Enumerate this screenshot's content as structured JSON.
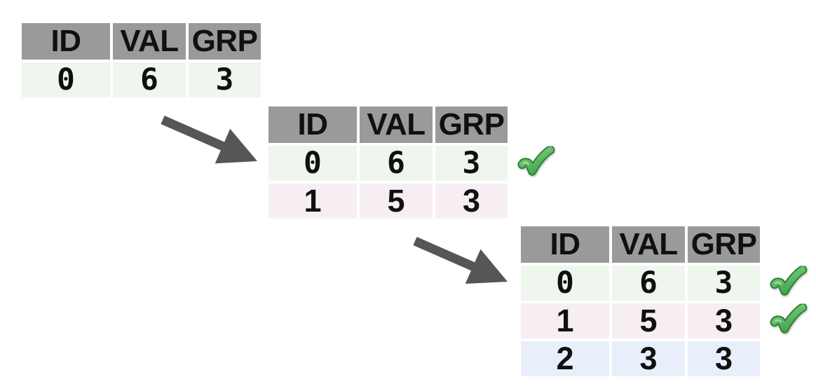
{
  "colors": {
    "header_bg": "#9a9a9a",
    "row_green": "#eef6ee",
    "row_pink": "#f7eef3",
    "row_blue": "#e8eefa",
    "arrow_gray": "#565656",
    "check_green": "#57b75e",
    "check_outline": "#2d7f35",
    "text": "#101010"
  },
  "icons": {
    "arrow": "arrow-icon",
    "check": "checkmark-icon"
  },
  "tables": [
    {
      "step": 1,
      "headers": [
        "ID",
        "VAL",
        "GRP"
      ],
      "rows": [
        {
          "cells": [
            "0",
            "6",
            "3"
          ],
          "tint": "green",
          "font": "mono",
          "checked": false
        }
      ]
    },
    {
      "step": 2,
      "headers": [
        "ID",
        "VAL",
        "GRP"
      ],
      "rows": [
        {
          "cells": [
            "0",
            "6",
            "3"
          ],
          "tint": "green",
          "font": "mono",
          "checked": true
        },
        {
          "cells": [
            "1",
            "5",
            "3"
          ],
          "tint": "pink",
          "font": "sans",
          "checked": false
        }
      ]
    },
    {
      "step": 3,
      "headers": [
        "ID",
        "VAL",
        "GRP"
      ],
      "rows": [
        {
          "cells": [
            "0",
            "6",
            "3"
          ],
          "tint": "green",
          "font": "mono",
          "checked": true
        },
        {
          "cells": [
            "1",
            "5",
            "3"
          ],
          "tint": "pink",
          "font": "sans",
          "checked": true
        },
        {
          "cells": [
            "2",
            "3",
            "3"
          ],
          "tint": "blue",
          "font": "sans",
          "checked": false
        }
      ]
    }
  ]
}
